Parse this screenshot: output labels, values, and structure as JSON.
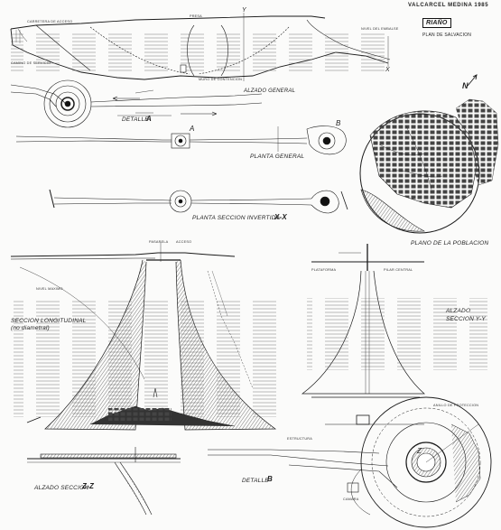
{
  "header": {
    "signature": "VALCARCEL MEDINA 1985"
  },
  "project": {
    "name": "RIAÑO",
    "subtitle": "PLAN DE SALVACION"
  },
  "views": {
    "alzado_general": "ALZADO GENERAL",
    "detalle_a": "DETALLE",
    "detalle_a_mark": "A",
    "planta_general": "PLANTA GENERAL",
    "planta_seccion_invertida": "PLANTA SECCION INVERTIDA",
    "planta_seccion_mark": "X-X",
    "plano_poblacion": "PLANO DE LA POBLACION",
    "seccion_longitudinal": "SECCION LONGITUDINAL",
    "seccion_longitudinal_sub": "(no diametral)",
    "alzado_seccion_yy": "ALZADO",
    "alzado_seccion_yy_2": "SECCION Y-Y",
    "alzado_seccion_zz": "ALZADO SECCION",
    "alzado_seccion_zz_mark": "Z-Z",
    "detalle_b": "DETALLE",
    "detalle_b_mark": "B"
  },
  "markers": {
    "a": "A",
    "b": "B",
    "x": "X",
    "y": "Y",
    "z": "Z",
    "north": "N"
  },
  "small_labels": [
    "CARRETERA DE ACCESO",
    "PRESA",
    "NIVEL DEL EMBALSE",
    "CAMINO DE SERVICIO",
    "MURO DE CONTENCION",
    "PASARELA",
    "ACCESO",
    "NIVEL MAXIMO",
    "PLATAFORMA",
    "PILAR CENTRAL",
    "ANILLO DE PROTECCION",
    "CAMARA",
    "ESTRUCTURA"
  ]
}
